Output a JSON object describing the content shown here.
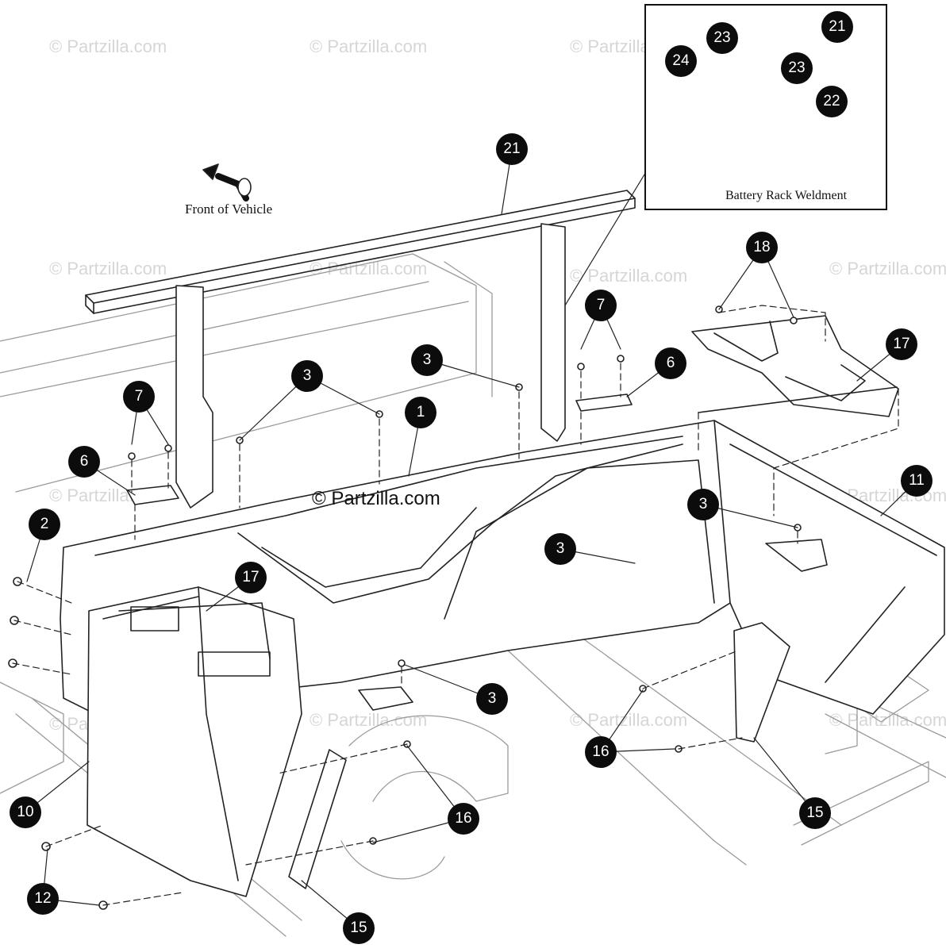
{
  "diagram": {
    "watermark_text": "© Partzilla.com",
    "center_watermark_text": "© Partzilla.com",
    "front_label": "Front of Vehicle",
    "inset_label": "Battery Rack Weldment",
    "colors": {
      "line": "#222222",
      "callout_fill": "#0c0c0c",
      "callout_text": "#ffffff",
      "watermark": "#d6d6d6"
    },
    "callouts": [
      {
        "id": "c21-inset",
        "label": "21"
      },
      {
        "id": "c23-a",
        "label": "23"
      },
      {
        "id": "c24",
        "label": "24"
      },
      {
        "id": "c23-b",
        "label": "23"
      },
      {
        "id": "c22",
        "label": "22"
      },
      {
        "id": "c21-main",
        "label": "21"
      },
      {
        "id": "c18",
        "label": "18"
      },
      {
        "id": "c17-right",
        "label": "17"
      },
      {
        "id": "c7-right",
        "label": "7"
      },
      {
        "id": "c6-right",
        "label": "6"
      },
      {
        "id": "c3-center",
        "label": "3"
      },
      {
        "id": "c3-mid",
        "label": "3"
      },
      {
        "id": "c1",
        "label": "1"
      },
      {
        "id": "c7-left",
        "label": "7"
      },
      {
        "id": "c6-left",
        "label": "6"
      },
      {
        "id": "c11",
        "label": "11"
      },
      {
        "id": "c3-right",
        "label": "3"
      },
      {
        "id": "c2",
        "label": "2"
      },
      {
        "id": "c17-left",
        "label": "17"
      },
      {
        "id": "c3-tray",
        "label": "3"
      },
      {
        "id": "c3-bottom",
        "label": "3"
      },
      {
        "id": "c16-right",
        "label": "16"
      },
      {
        "id": "c15-right",
        "label": "15"
      },
      {
        "id": "c10",
        "label": "10"
      },
      {
        "id": "c16-left",
        "label": "16"
      },
      {
        "id": "c12",
        "label": "12"
      },
      {
        "id": "c15-left",
        "label": "15"
      }
    ]
  }
}
